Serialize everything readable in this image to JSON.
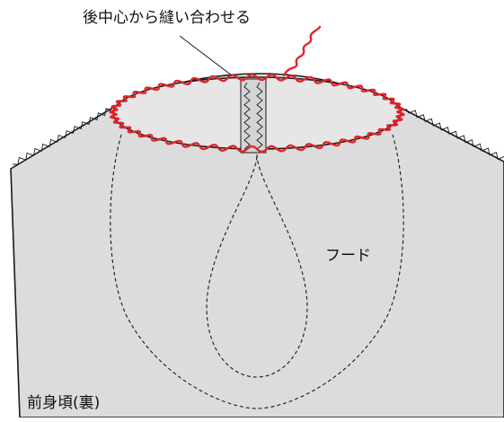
{
  "labels": {
    "instruction": "後中心から縫い合わせる",
    "hood": "フード",
    "front_body": "前身頃(裏)"
  },
  "colors": {
    "fabric": "#dcdcdc",
    "outline": "#1a1a1a",
    "stitch_red": "#e0242b",
    "background": "#ffffff"
  }
}
